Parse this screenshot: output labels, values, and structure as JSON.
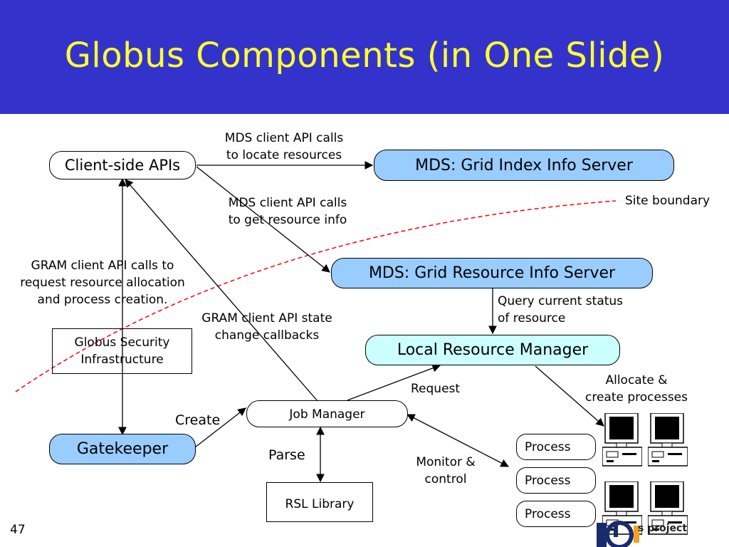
{
  "slide": {
    "title": "Globus Components (in One Slide)",
    "number": "47"
  },
  "nodes": {
    "client_apis": "Client-side APIs",
    "mds_giis": "MDS: Grid Index Info Server",
    "mds_gris": "MDS: Grid Resource Info Server",
    "lrm": "Local Resource Manager",
    "gatekeeper": "Gatekeeper",
    "job_manager": "Job Manager",
    "gsi_line1": "Globus Security",
    "gsi_line2": "Infrastructure",
    "rsl": "RSL Library",
    "process1": "Process",
    "process2": "Process",
    "process3": "Process"
  },
  "labels": {
    "mds_locate_1": "MDS client API calls",
    "mds_locate_2": "to locate resources",
    "mds_info_1": "MDS client API calls",
    "mds_info_2": "to get resource info",
    "gram_calls_1": "GRAM client API calls to",
    "gram_calls_2": "request resource allocation",
    "gram_calls_3": "and process creation.",
    "gram_state_1": "GRAM client API state",
    "gram_state_2": "change callbacks",
    "site_boundary": "Site boundary",
    "query_1": "Query current status",
    "query_2": "of resource",
    "allocate_1": "Allocate &",
    "allocate_2": "create processes",
    "request": "Request",
    "create": "Create",
    "parse": "Parse",
    "monitor_1": "Monitor &",
    "monitor_2": "control"
  },
  "logo": {
    "text": "s project"
  },
  "colors": {
    "title_bar": "#3333cc",
    "title_text": "#ffff33",
    "blue_node": "#99ccff",
    "cyan_node": "#ccffff",
    "boundary": "#ff0000"
  },
  "icons": {
    "computer": "desktop-computer-icon",
    "logo": "globus-logo-icon"
  }
}
